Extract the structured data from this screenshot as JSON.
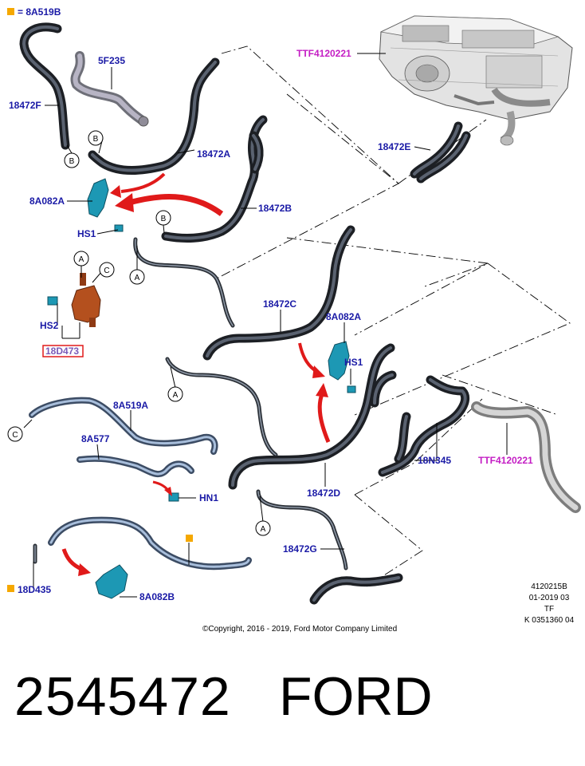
{
  "legend": {
    "marker_color": "#f5a800",
    "text": "= 8A519B"
  },
  "labels": {
    "l_18472F": "18472F",
    "l_5F235": "5F235",
    "l_TTF_top": "TTF4120221",
    "l_18472A": "18472A",
    "l_18472E": "18472E",
    "l_8A082A_left": "8A082A",
    "l_18472B": "18472B",
    "l_HS1_left": "HS1",
    "l_HS2": "HS2",
    "l_18D473": "18D473",
    "l_18472C": "18472C",
    "l_8A082A_right": "8A082A",
    "l_HS1_right": "HS1",
    "l_8A519A": "8A519A",
    "l_8A577": "8A577",
    "l_18N345": "18N345",
    "l_TTF_right": "TTF4120221",
    "l_HN1": "HN1",
    "l_18472D": "18472D",
    "l_18472G": "18472G",
    "l_18D435": "18D435",
    "l_8A082B": "8A082B"
  },
  "callouts": {
    "B": "B",
    "A": "A",
    "C": "C"
  },
  "revision": {
    "line1": "4120215B",
    "line2": "01-2019 03",
    "line3": "TF",
    "line4": "K 0351360 04"
  },
  "copyright": "©Copyright, 2016 - 2019, Ford Motor Company Limited",
  "footer": {
    "part_number": "2545472",
    "brand": "FORD"
  },
  "colors": {
    "part_label": "#1a1aa6",
    "reference_label": "#c41ec4",
    "arrow": "#e01a1a",
    "bracket": "#1d98b4",
    "valve": "#b4501e",
    "legend_marker": "#f5a800"
  }
}
